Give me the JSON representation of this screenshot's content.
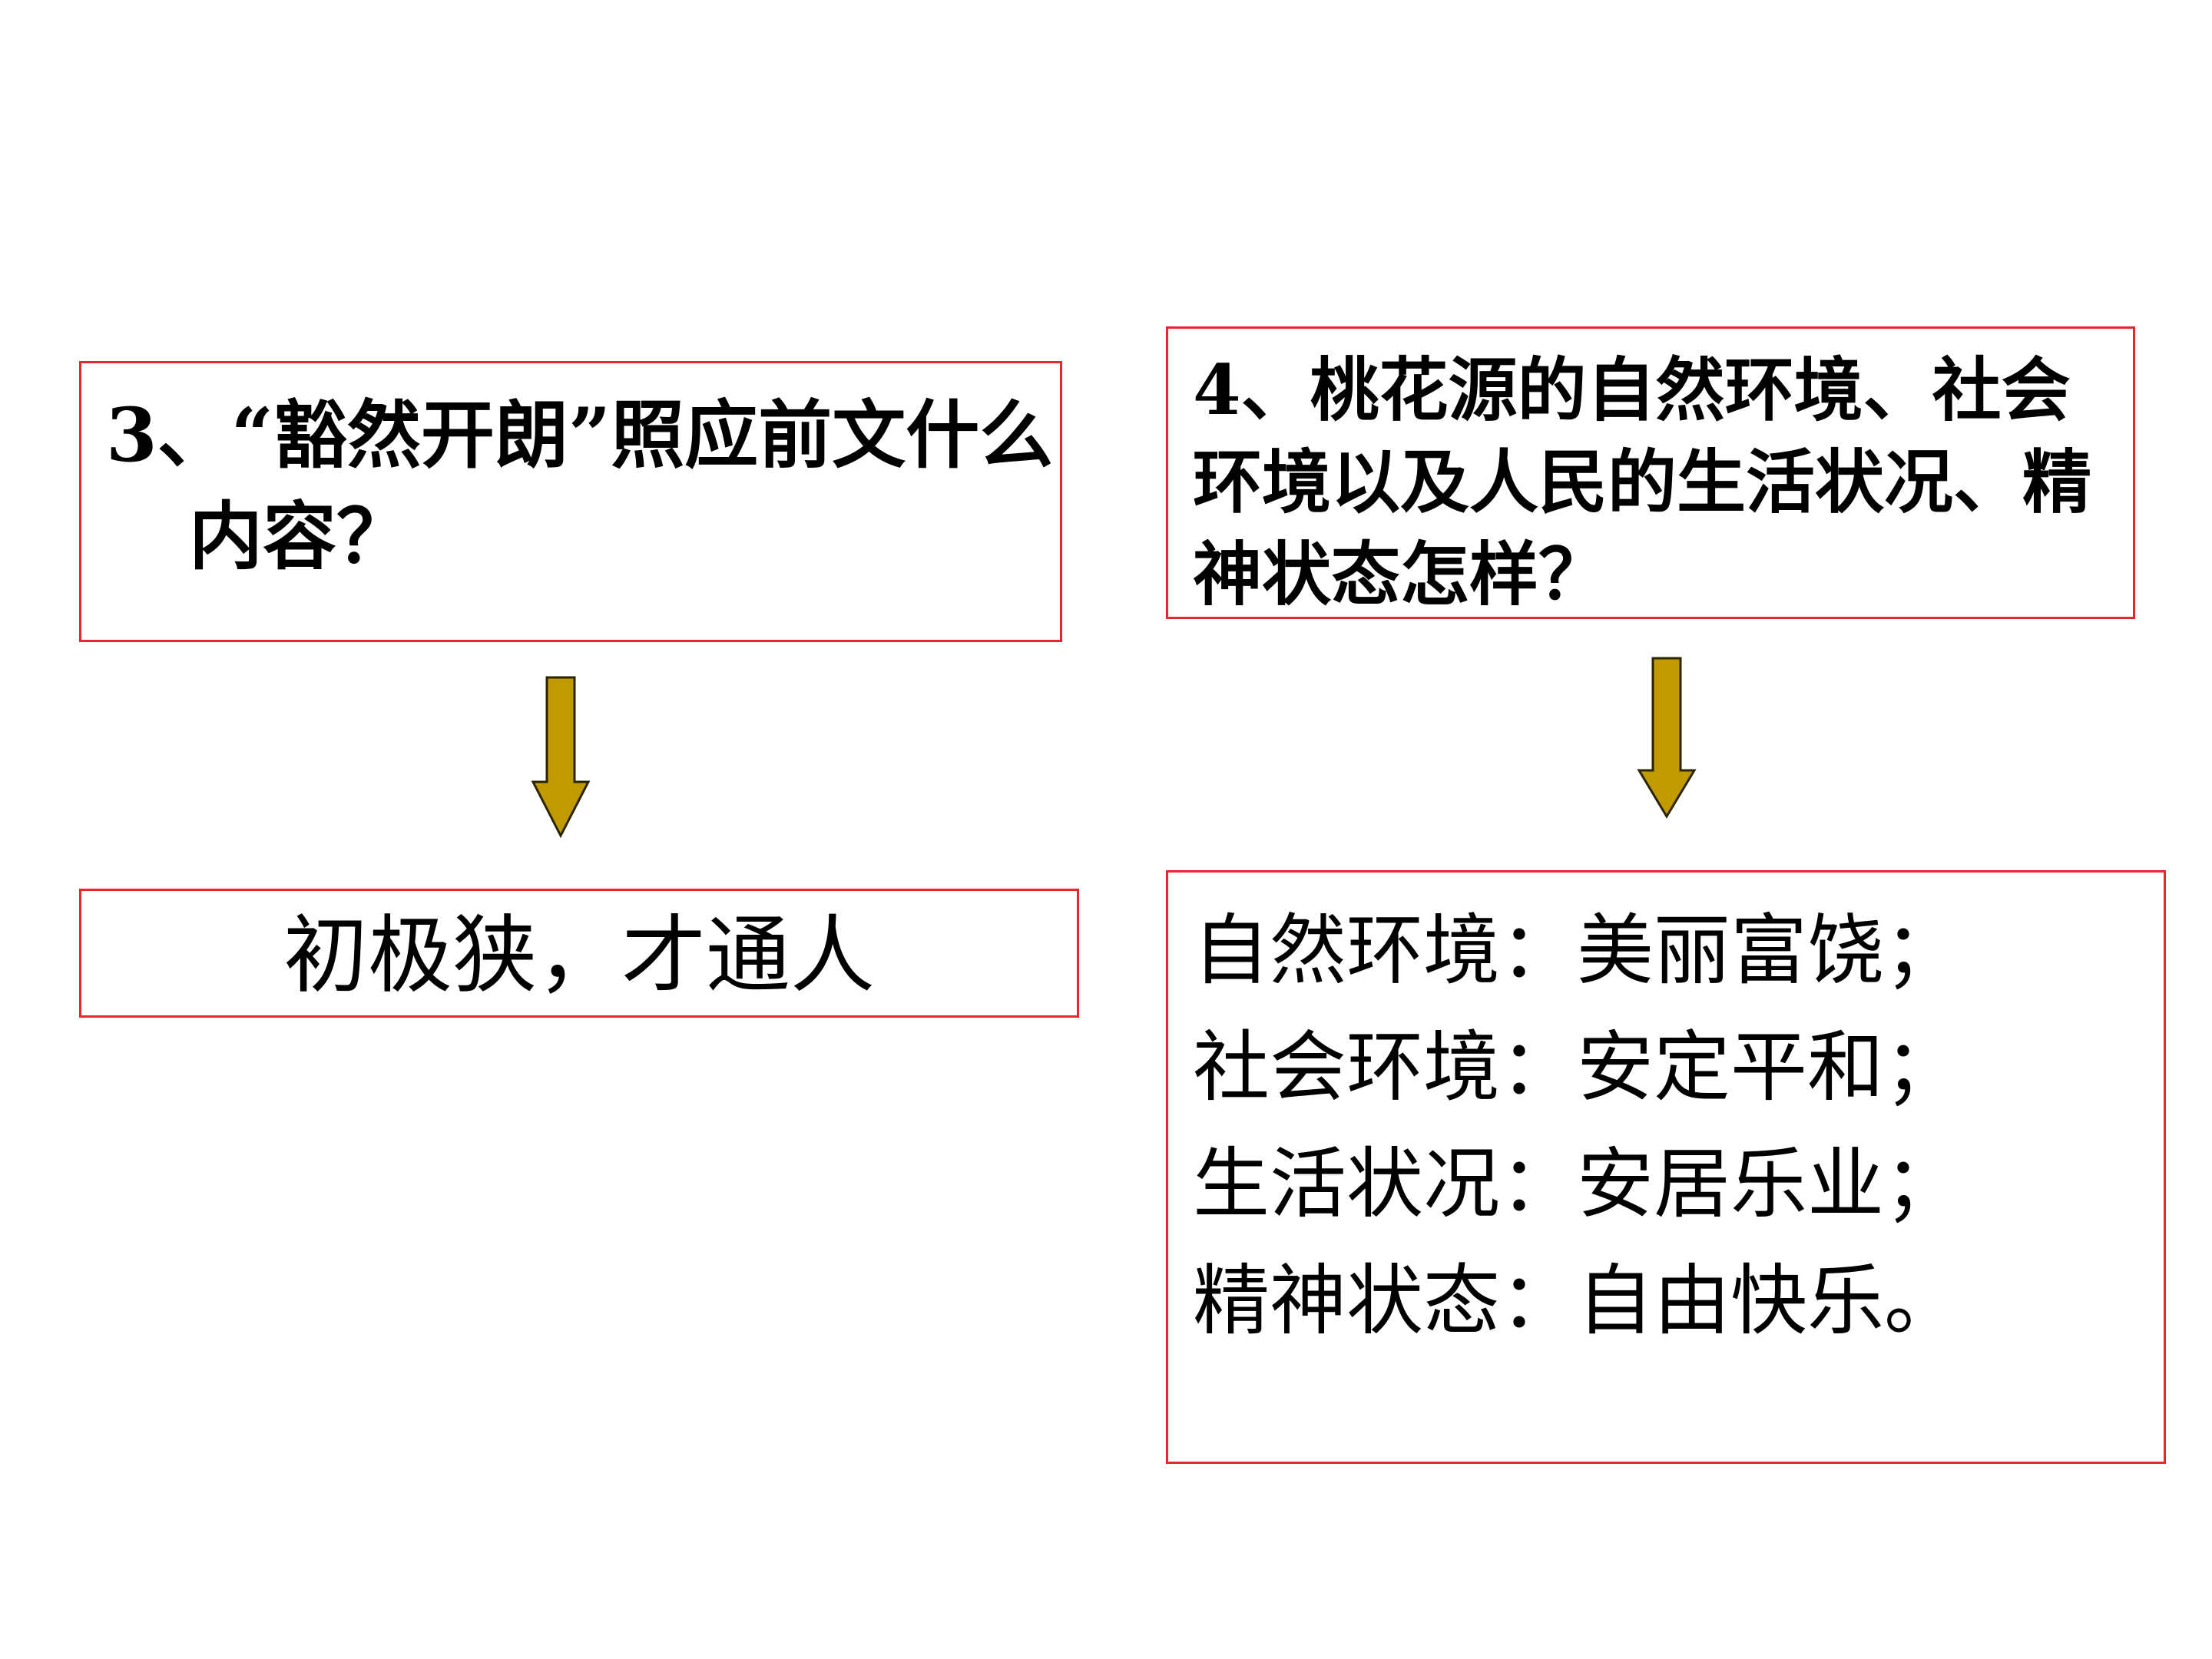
{
  "colors": {
    "box_border": "#e8262d",
    "arrow_fill": "#c09a00",
    "arrow_stroke": "#2a2400",
    "text": "#000000",
    "background": "#ffffff"
  },
  "question_3": {
    "text": "3、“豁然开朗”照应前文什么内容？"
  },
  "question_4": {
    "text": "4、桃花源的自然环境、社会环境以及人民的生活状况、精神状态怎样？"
  },
  "answer_3": {
    "text": "初极狭，才通人"
  },
  "answer_4": {
    "lines": [
      "自然环境：美丽富饶；",
      "社会环境：安定平和；",
      "生活状况：安居乐业；",
      "精神状态：自由快乐。"
    ]
  },
  "icons": {
    "left_arrow": "down-arrow-icon",
    "right_arrow": "down-arrow-icon"
  }
}
